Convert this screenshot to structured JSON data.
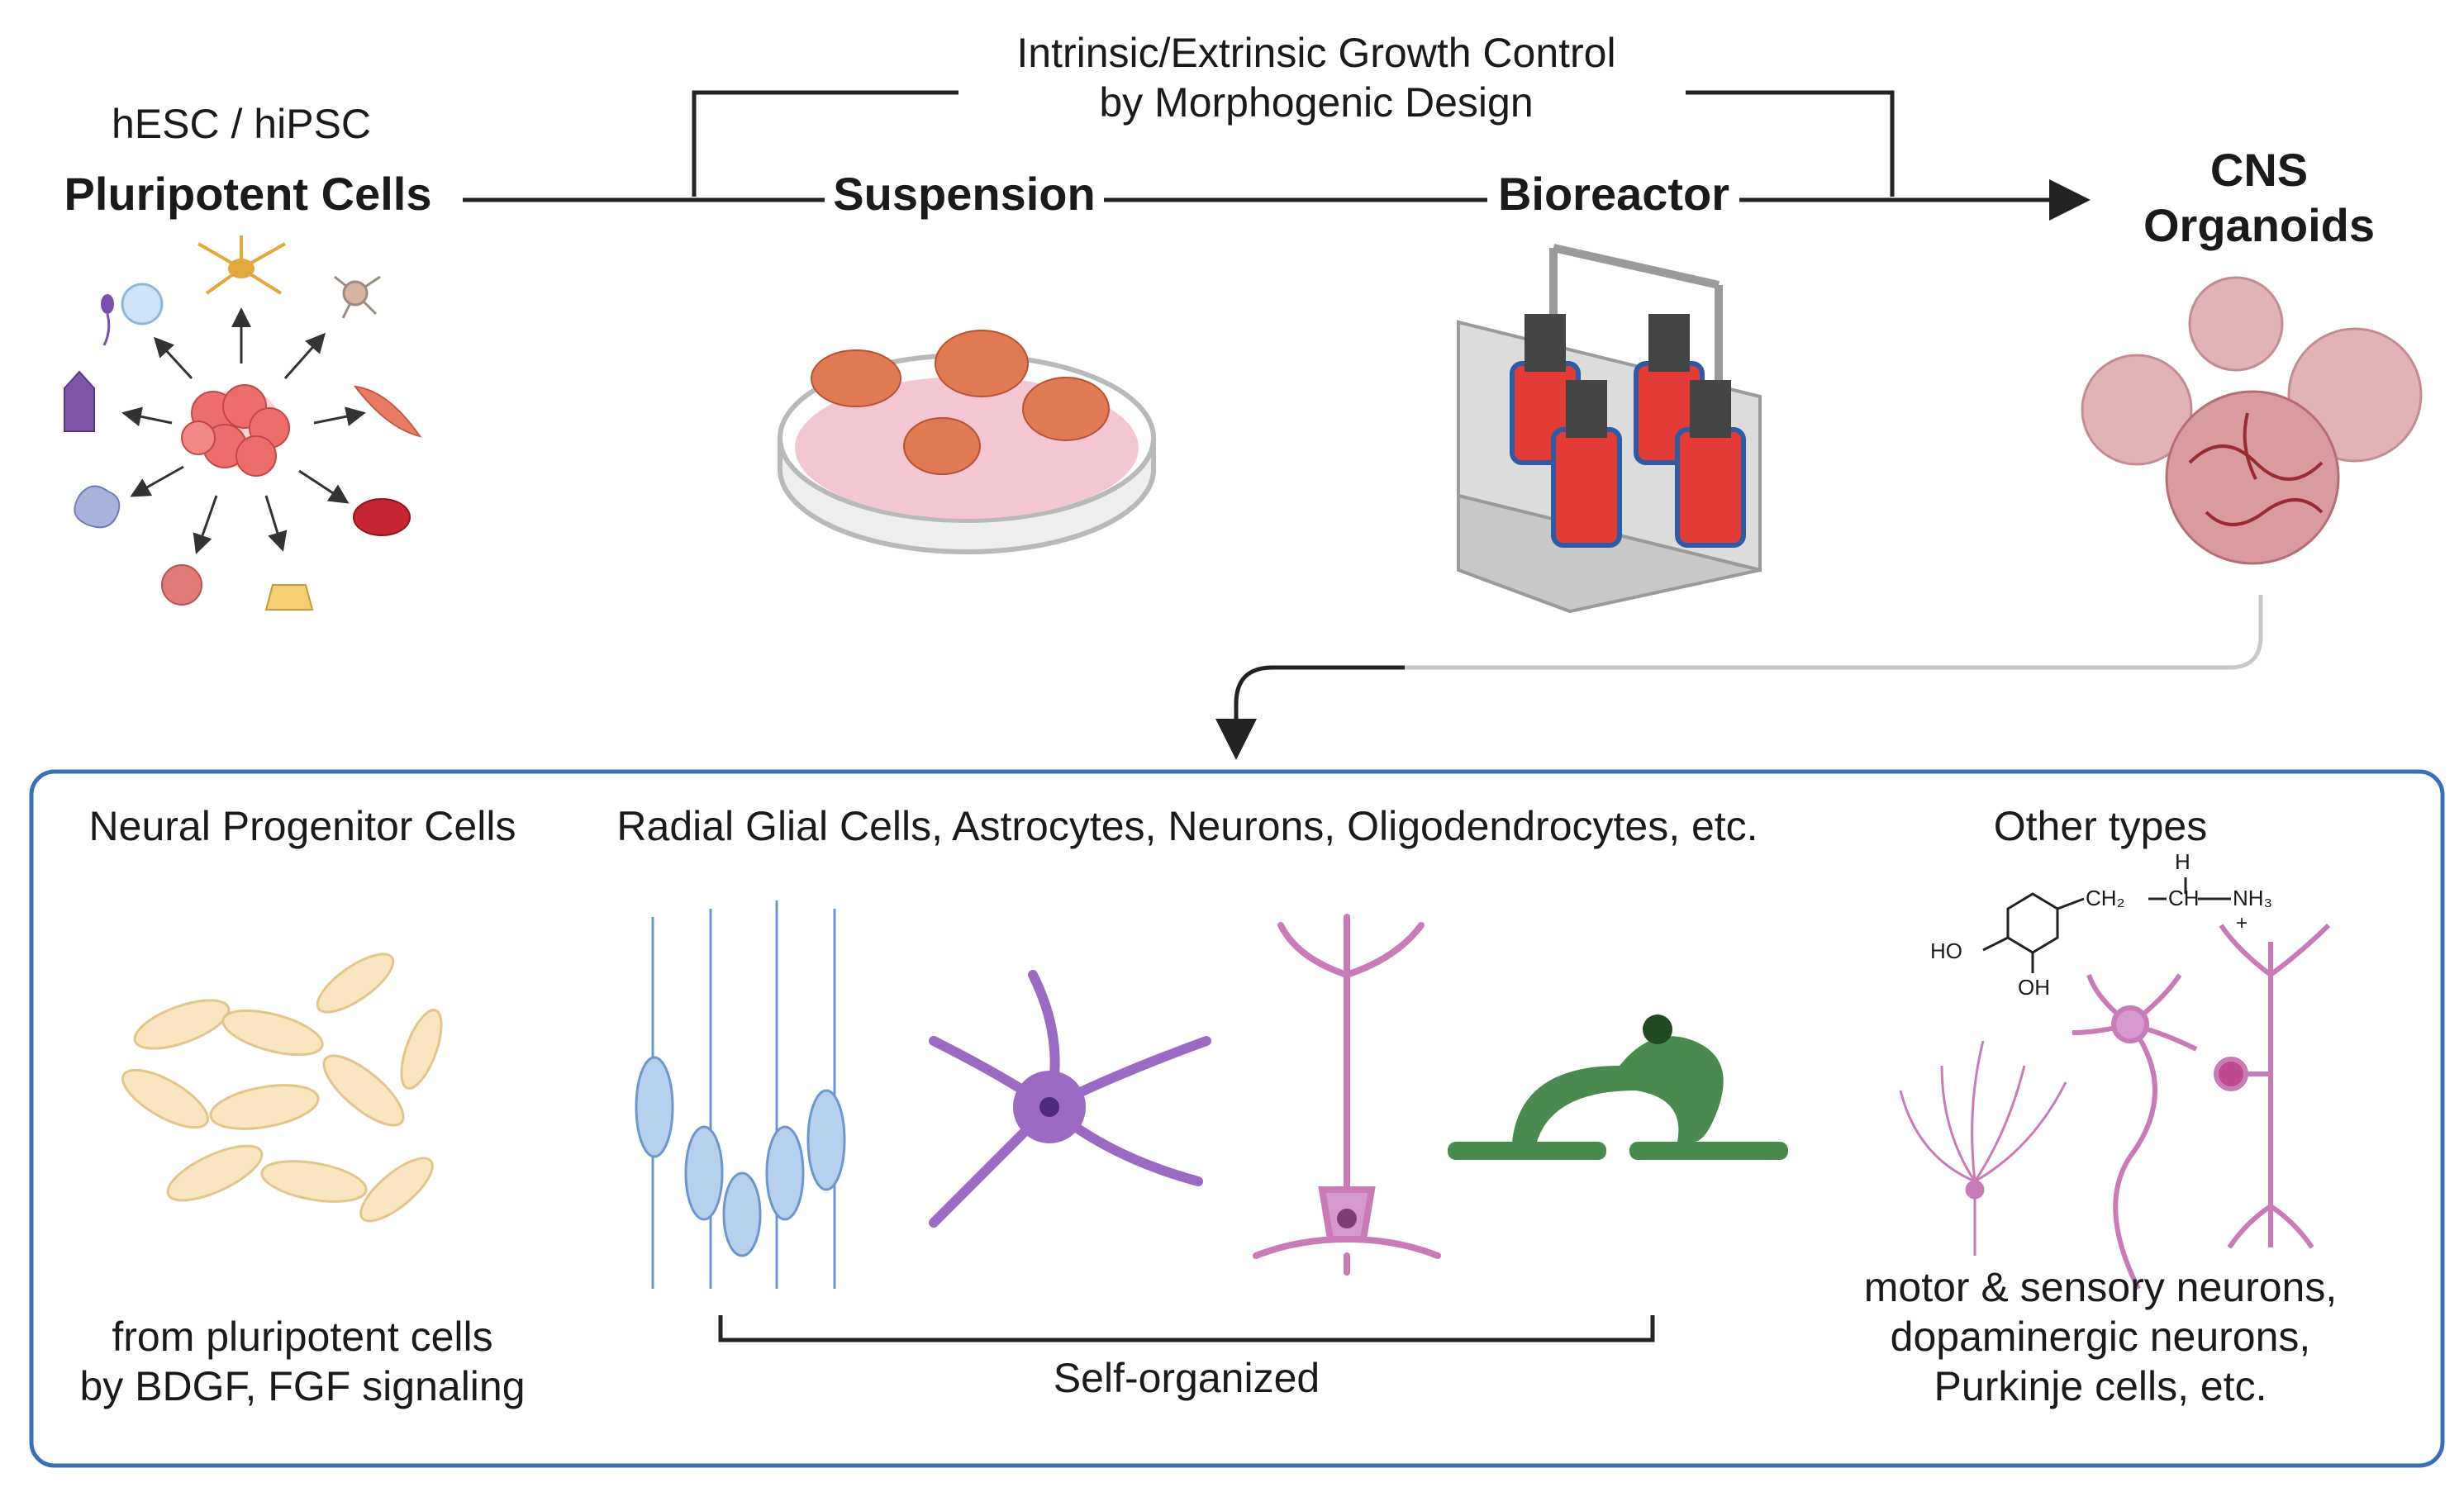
{
  "figure": {
    "growth_control": "Intrinsic/Extrinsic Growth Control\nby Morphogenic Design",
    "source_line": "hESC / hiPSC",
    "source_title": "Pluripotent Cells",
    "stage_1": "Suspension",
    "stage_2": "Bioreactor",
    "product": "CNS\nOrganoids",
    "self_organized": "Self-organized",
    "groups": {
      "npc_title": "Neural Progenitor Cells",
      "npc_desc": "from pluripotent cells\nby BDGF, FGF signaling",
      "main_title": "Radial Glial Cells, Astrocytes, Neurons, Oligodendrocytes, etc.",
      "other_title": "Other types",
      "other_desc": "motor & sensory neurons,\ndopaminergic neurons,\nPurkinje cells, etc."
    },
    "chem": {
      "h": "H",
      "ch2": "CH₂",
      "ch": "CH",
      "nh3": "NH₃",
      "plus": "+",
      "ho": "HO",
      "oh": "OH"
    }
  },
  "colors": {
    "arrow": "#222222",
    "box_border": "#3b6fb6",
    "cell_red": "#e05a5a",
    "petri_pink": "#f4c6d2",
    "organoid": "#d99aa0",
    "radial_glia": "#a9c6e8",
    "astrocyte": "#9b6bc4",
    "neuron_pink": "#c97bb8",
    "oligodendrocyte": "#4a8a4f",
    "progenitor": "#f4e2b8"
  }
}
